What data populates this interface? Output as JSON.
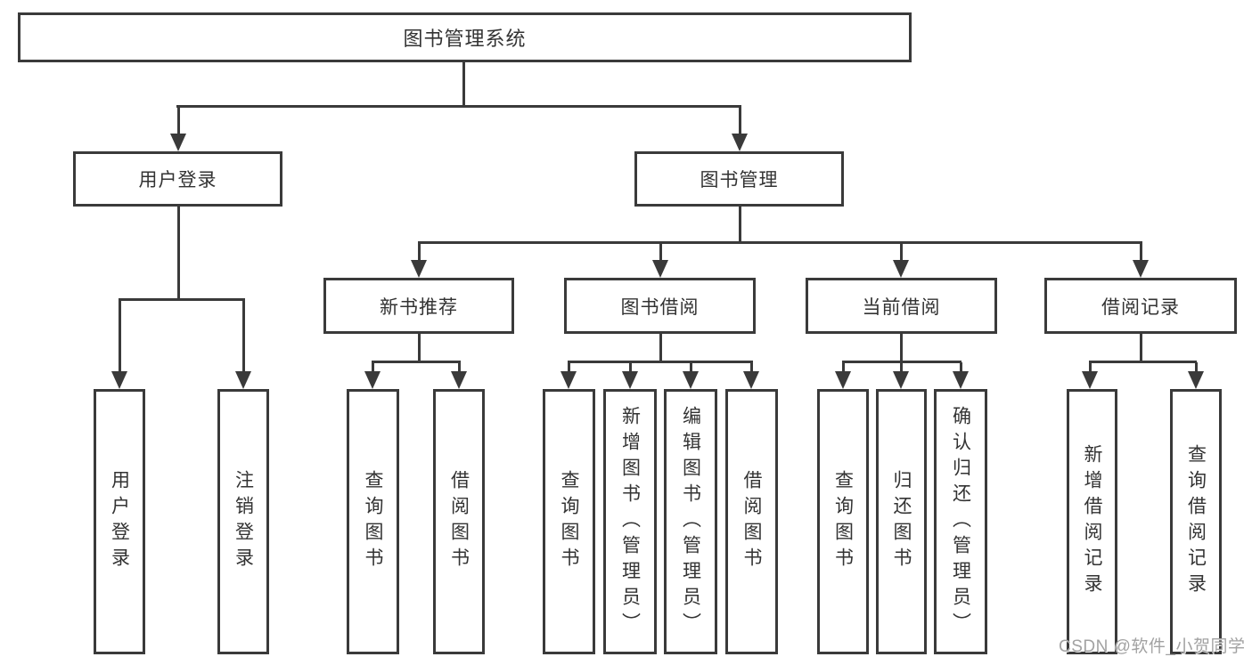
{
  "diagram_title": "图书管理系统",
  "tree": {
    "root": {
      "label": "图书管理系统"
    },
    "children": [
      {
        "label": "用户登录",
        "children": [
          {
            "label": "用户登录"
          },
          {
            "label": "注销登录"
          }
        ]
      },
      {
        "label": "图书管理",
        "children": [
          {
            "label": "新书推荐",
            "children": [
              {
                "label": "查询图书"
              },
              {
                "label": "借阅图书"
              }
            ]
          },
          {
            "label": "图书借阅",
            "children": [
              {
                "label": "查询图书"
              },
              {
                "label": "新增图书（管理员）"
              },
              {
                "label": "编辑图书（管理员）"
              },
              {
                "label": "借阅图书"
              }
            ]
          },
          {
            "label": "当前借阅",
            "children": [
              {
                "label": "查询图书"
              },
              {
                "label": "归还图书"
              },
              {
                "label": "确认归还（管理员）"
              }
            ]
          },
          {
            "label": "借阅记录",
            "children": [
              {
                "label": "新增借阅记录"
              },
              {
                "label": "查询借阅记录"
              }
            ]
          }
        ]
      }
    ]
  },
  "watermark": "CSDN @软件_小贺同学",
  "colors": {
    "line": "#3a3a3a",
    "text": "#333333",
    "watermark": "#a2a2a2",
    "bg": "#ffffff"
  }
}
